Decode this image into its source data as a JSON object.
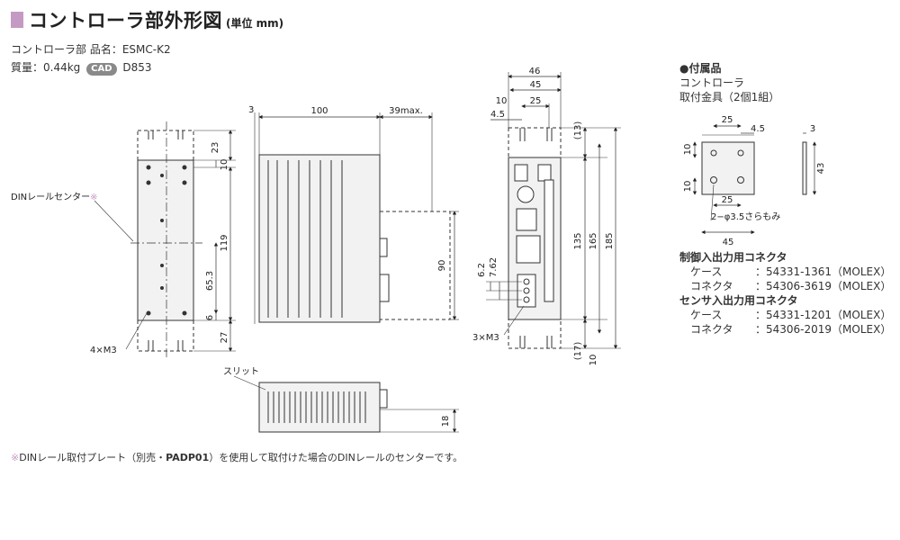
{
  "header": {
    "title": "コントローラ部外形図",
    "unit": "(単位 mm)"
  },
  "info": {
    "product_line": "コントローラ部 品名：ESMC-K2",
    "mass": "質量：0.44kg",
    "cad_badge": "CAD",
    "cad_code": "D853"
  },
  "front_view": {
    "din_label": "DINレールセンター",
    "din_mark": "※",
    "screw_label": "4×M3",
    "dims": {
      "top": "23",
      "d10": "10",
      "d119": "119",
      "d653": "65.3",
      "d6": "6",
      "bottom": "27"
    }
  },
  "side_view": {
    "dims": {
      "d3": "3",
      "d100": "100",
      "d39": "39max.",
      "d90": "90"
    },
    "slit_label": "スリット",
    "d18": "18"
  },
  "end_view": {
    "dims": {
      "d46": "46",
      "d45": "45",
      "d10": "10",
      "d25": "25",
      "d45b": "4.5",
      "d13": "(13)",
      "d135": "135",
      "d165": "165",
      "d185": "185",
      "d62": "6.2",
      "d762": "7.62",
      "d17": "(17)",
      "d10b": "10"
    },
    "screw_label": "3×M3"
  },
  "accessory": {
    "heading": "●付属品",
    "item": "コントローラ",
    "bracket": "取付金具（2個1組）",
    "dims": {
      "d25": "25",
      "d45": "4.5",
      "d3": "3",
      "d10a": "10",
      "d10b": "10",
      "d43": "43",
      "d25b": "25",
      "hole": "2−φ3.5さらもみ",
      "d45w": "45"
    }
  },
  "connectors": {
    "control_title": "制御入出力用コネクタ",
    "control_case_label": "ケース",
    "control_case_value": "：54331-1361（MOLEX）",
    "control_conn_label": "コネクタ",
    "control_conn_value": "：54306-3619（MOLEX）",
    "sensor_title": "センサ入出力用コネクタ",
    "sensor_case_label": "ケース",
    "sensor_case_value": "：54331-1201（MOLEX）",
    "sensor_conn_label": "コネクタ",
    "sensor_conn_value": "：54306-2019（MOLEX）"
  },
  "footnote": {
    "mark": "※",
    "text_a": "DINレール取付プレート（別売・",
    "text_b": "PADP01",
    "text_c": "）を使用して取付けた場合のDINレールのセンターです。"
  }
}
